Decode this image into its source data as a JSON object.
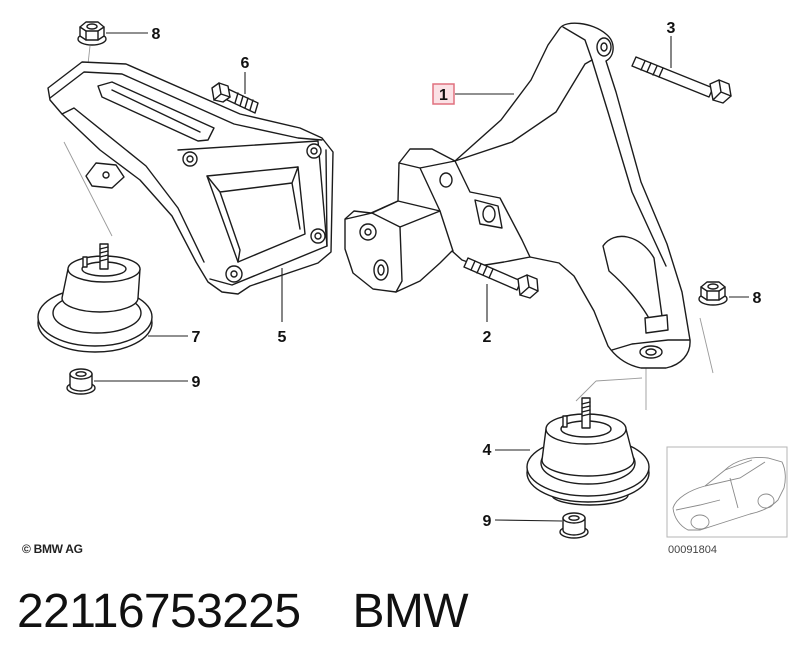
{
  "callouts": [
    {
      "label": "8"
    },
    {
      "label": "6"
    },
    {
      "label": "1"
    },
    {
      "label": "3"
    },
    {
      "label": "7"
    },
    {
      "label": "5"
    },
    {
      "label": "2"
    },
    {
      "label": "8"
    },
    {
      "label": "9"
    },
    {
      "label": "4"
    },
    {
      "label": "9"
    }
  ],
  "highlight": {
    "border_color": "#e0707e",
    "fill_color": "#fbe1e5"
  },
  "copyright": "© BMW AG",
  "figure_id": "00091804",
  "caption": {
    "part_number": "22116753225",
    "brand": "BMW"
  }
}
